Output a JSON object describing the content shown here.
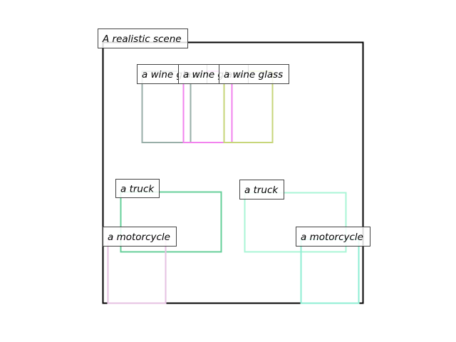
{
  "scene": {
    "title": "A realistic scene"
  },
  "objects": [
    {
      "label": "a wine glass",
      "color": "#98aea8"
    },
    {
      "label": "a wine glass",
      "color": "#f283ee"
    },
    {
      "label": "a wine glass",
      "color": "#c7d67a"
    },
    {
      "label": "a truck",
      "color": "#66cf9a"
    },
    {
      "label": "a truck",
      "color": "#aaf5d6"
    },
    {
      "label": "a motorcycle",
      "color": "#e6c1e2"
    },
    {
      "label": "a motorcycle",
      "color": "#8eeed3"
    }
  ]
}
